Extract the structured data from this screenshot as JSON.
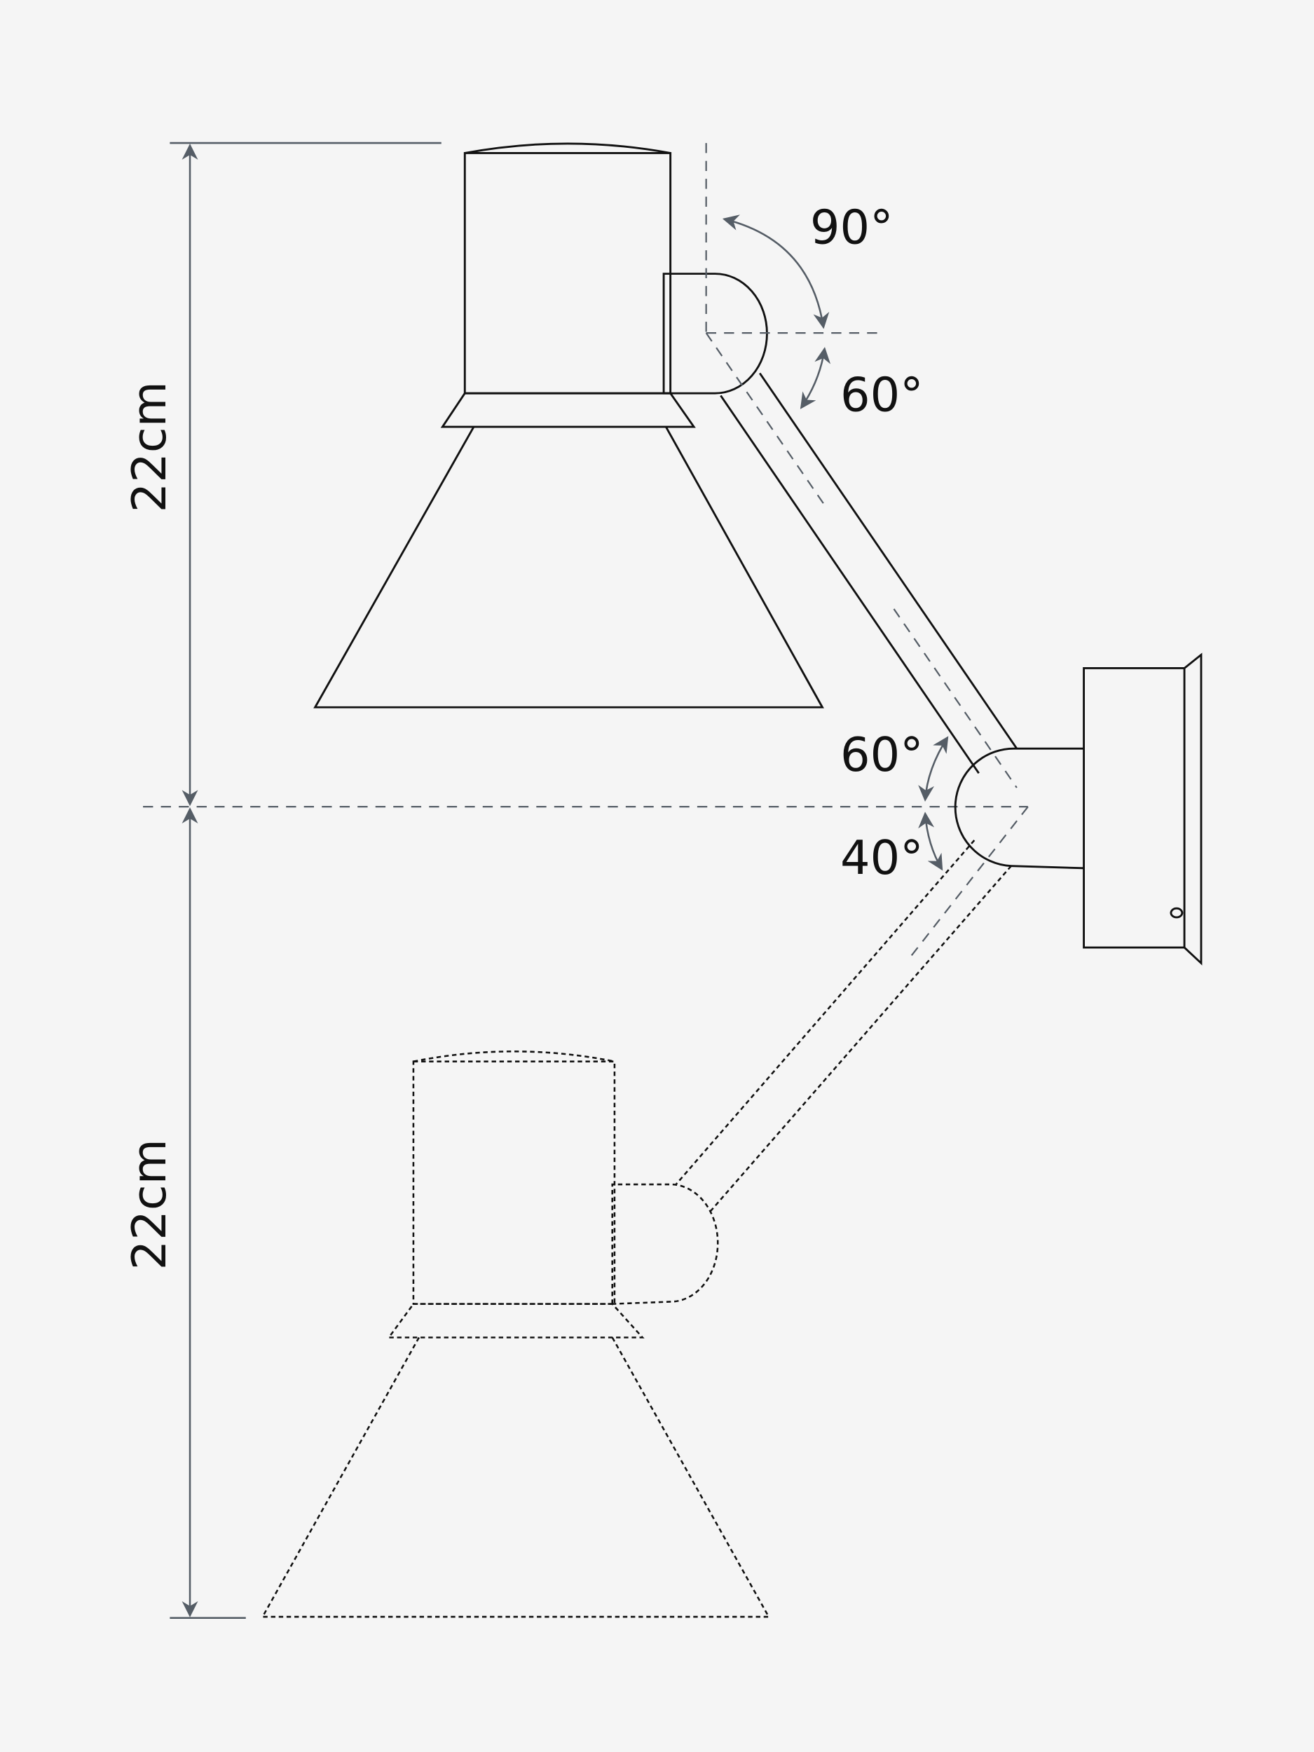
{
  "dimensions": {
    "upper_height": "22cm",
    "lower_height": "22cm"
  },
  "angles": {
    "head_up": "90°",
    "head_down": "60°",
    "arm_up": "60°",
    "arm_down": "40°"
  },
  "colors": {
    "background": "#f5f5f5",
    "line": "#111111",
    "annotation": "#555d66"
  }
}
